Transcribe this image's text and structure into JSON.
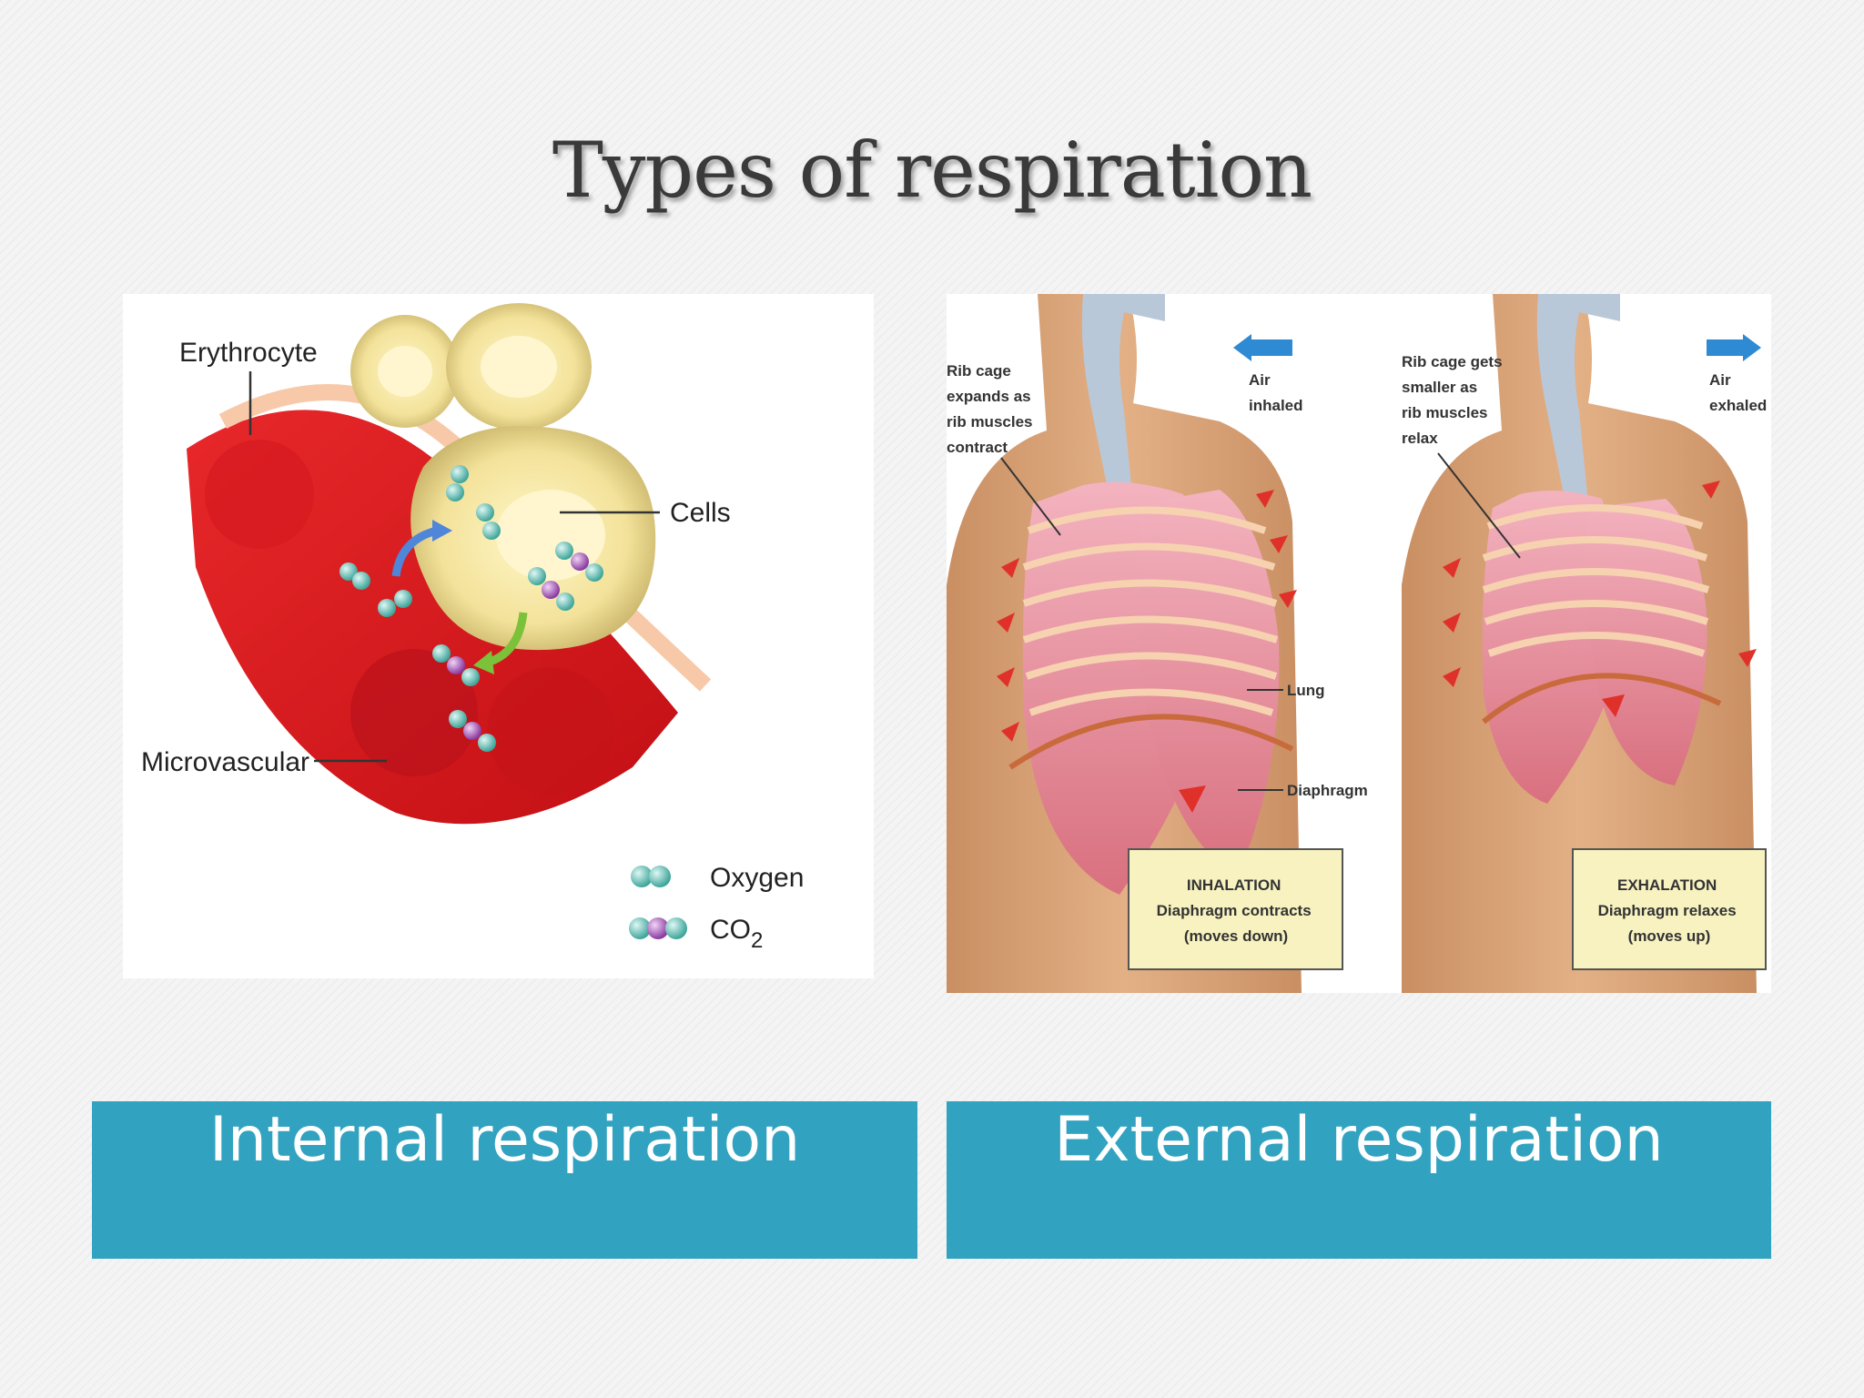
{
  "title": "Types of respiration",
  "internal_diagram": {
    "label_erythrocyte": "Erythrocyte",
    "label_cells": "Cells",
    "label_microvascular": "Microvascular",
    "legend_oxygen": "Oxygen",
    "legend_co2": "CO",
    "legend_co2_sub": "2"
  },
  "external_diagram": {
    "inhale_rib_lines": [
      "Rib cage",
      "expands as",
      "rib muscles",
      "contract"
    ],
    "air_inhaled_lines": [
      "Air",
      "inhaled"
    ],
    "exhale_rib_lines": [
      "Rib cage gets",
      "smaller as",
      "rib muscles",
      "relax"
    ],
    "air_exhaled_lines": [
      "Air",
      "exhaled"
    ],
    "label_lung": "Lung",
    "label_diaphragm": "Diaphragm",
    "inhalation_box_lines": [
      "INHALATION",
      "Diaphragm contracts",
      "(moves down)"
    ],
    "exhalation_box_lines": [
      "EXHALATION",
      "Diaphragm relaxes",
      "(moves up)"
    ]
  },
  "captions": {
    "internal": "Internal respiration",
    "external": "External respiration"
  }
}
